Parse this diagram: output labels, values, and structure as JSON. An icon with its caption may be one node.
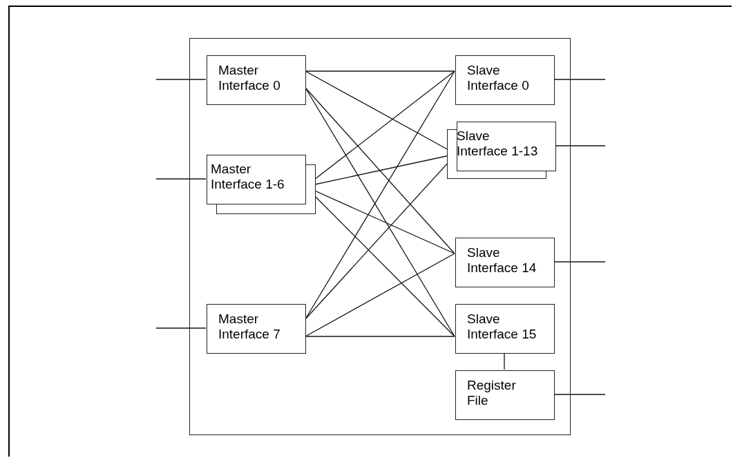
{
  "diagram": {
    "nodes": [
      {
        "text": [],
        "shape": "box"
      },
      {
        "text": [
          "Master Interface 0"
        ],
        "in": 0
      },
      {
        "text": [
          "Master Interface 1-6"
        ],
        "in": 0
      },
      {
        "text": [
          "Master Interface 7"
        ],
        "in": 0
      },
      {
        "text": [
          "Slave Interface 0"
        ],
        "in": 0
      },
      {
        "text": [
          "Slave Interface 1-13"
        ],
        "in": 0
      },
      {
        "text": [
          "Slave Interface 14"
        ],
        "in": 0
      },
      {
        "text": [
          "Slave Interface 15"
        ],
        "in": 0
      },
      {
        "text": [
          "Register File"
        ],
        "in": 0
      }
    ],
    "edges": [
      {
        "from": 1,
        "to": 4,
        "arrow": "none"
      },
      {
        "from": 1,
        "to": 5,
        "arrow": "none"
      },
      {
        "from": 1,
        "to": 6,
        "arrow": "none"
      },
      {
        "from": 1,
        "to": 7,
        "arrow": "none"
      },
      {
        "from": 2,
        "to": 4,
        "arrow": "none"
      },
      {
        "from": 2,
        "to": 5,
        "arrow": "none"
      },
      {
        "from": 2,
        "to": 6,
        "arrow": "none"
      },
      {
        "from": 2,
        "to": 7,
        "arrow": "none"
      },
      {
        "from": 3,
        "to": 4,
        "arrow": "none"
      },
      {
        "from": 3,
        "to": 5,
        "arrow": "none"
      },
      {
        "from": 3,
        "to": 6,
        "arrow": "none"
      },
      {
        "from": 3,
        "to": 7,
        "arrow": "none"
      },
      {
        "from": 7,
        "to": 8,
        "arrow": "none"
      },
      {
        "from": null,
        "to": 1,
        "arrow": "none"
      },
      {
        "from": null,
        "to": 2,
        "arrow": "none"
      },
      {
        "from": null,
        "to": 3,
        "arrow": "none"
      },
      {
        "from": 4,
        "to": null,
        "arrow": "none"
      },
      {
        "from": 5,
        "to": null,
        "arrow": "none"
      },
      {
        "from": 6,
        "to": null,
        "arrow": "none"
      },
      {
        "from": 8,
        "to": null,
        "arrow": "none"
      }
    ]
  }
}
